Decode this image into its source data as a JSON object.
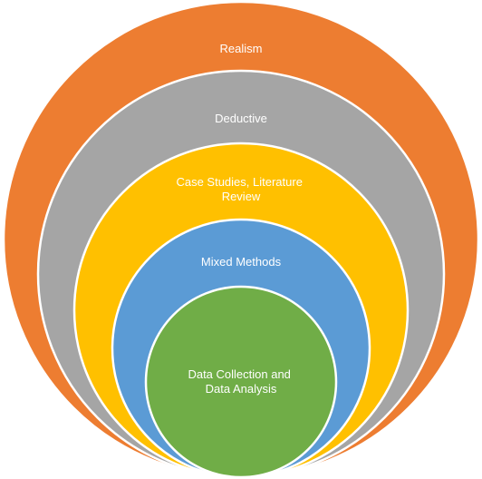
{
  "layers": [
    {
      "id": "realism",
      "lines": [
        "Realism"
      ],
      "color": "#ED7D31"
    },
    {
      "id": "deductive",
      "lines": [
        "Deductive"
      ],
      "color": "#A5A5A5"
    },
    {
      "id": "case-studies",
      "lines": [
        "Case Studies, Literature",
        "Review"
      ],
      "color": "#FFC000"
    },
    {
      "id": "mixed-methods",
      "lines": [
        "Mixed Methods"
      ],
      "color": "#5B9BD5"
    },
    {
      "id": "data-collection",
      "lines": [
        "Data Collection and",
        "Data Analysis"
      ],
      "color": "#70AD47"
    }
  ],
  "outline_color": "#FFFFFF"
}
